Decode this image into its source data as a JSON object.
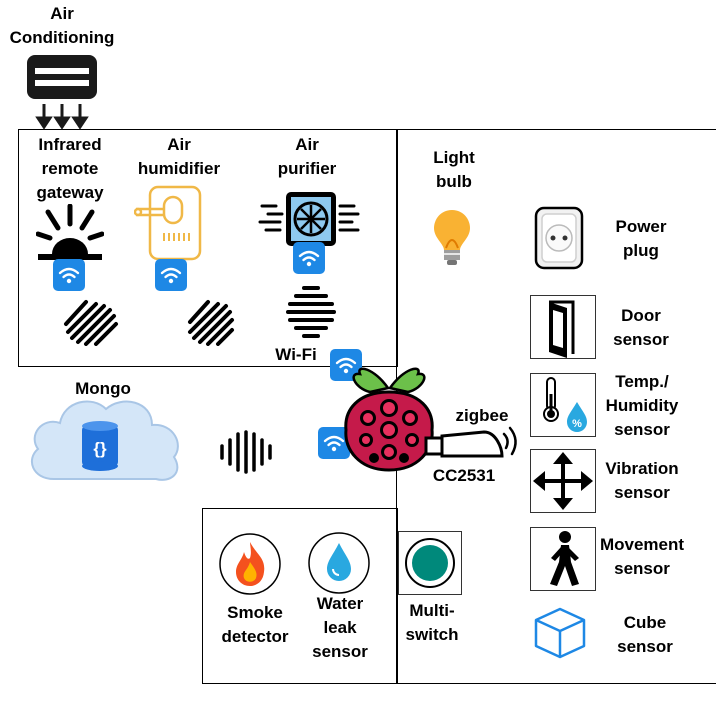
{
  "labels": {
    "air_conditioning": "Air\nConditioning",
    "infrared_gateway": "Infrared\nremote\ngateway",
    "air_humidifier": "Air\nhumidifier",
    "air_purifier": "Air\npurifier",
    "wifi": "Wi-Fi",
    "mongo": "Mongo",
    "zigbee": "zigbee",
    "cc2531": "CC2531",
    "light_bulb": "Light\nbulb",
    "power_plug": "Power\nplug",
    "door_sensor": "Door\nsensor",
    "temp_humidity_sensor": "Temp./\nHumidity\nsensor",
    "vibration_sensor": "Vibration\nsensor",
    "movement_sensor": "Movement\nsensor",
    "cube_sensor": "Cube\nsensor",
    "smoke_detector": "Smoke\ndetector",
    "water_leak_sensor": "Water\nleak\nsensor",
    "multi_switch": "Multi-\nswitch"
  },
  "icons": {
    "air_conditioner": "air-conditioner-icon",
    "infrared_gateway": "infrared-light-icon",
    "humidifier": "humidifier-icon",
    "purifier": "air-purifier-icon",
    "wifi_badge": "wifi-icon",
    "signal_waves": "signal-waves-icon",
    "database": "database-icon",
    "cloud": "cloud-icon",
    "raspberry_pi": "raspberry-pi-icon",
    "usb_dongle": "usb-dongle-icon",
    "light_bulb": "light-bulb-icon",
    "power_plug": "power-plug-icon",
    "door": "door-icon",
    "thermometer": "thermometer-icon",
    "move_arrows": "move-arrows-icon",
    "walking_person": "walking-person-icon",
    "cube": "cube-icon",
    "fire": "fire-icon",
    "water_drop": "water-drop-icon",
    "switch_button": "switch-button-icon"
  },
  "colors": {
    "wifi_badge": "#1e88e5",
    "raspberry": "#c51a4a",
    "leaf": "#6cc04a",
    "humidifier_outline": "#f0b847",
    "cloud": "#cfe2f7",
    "cube": "#1e88e5",
    "switch": "#00897b"
  }
}
